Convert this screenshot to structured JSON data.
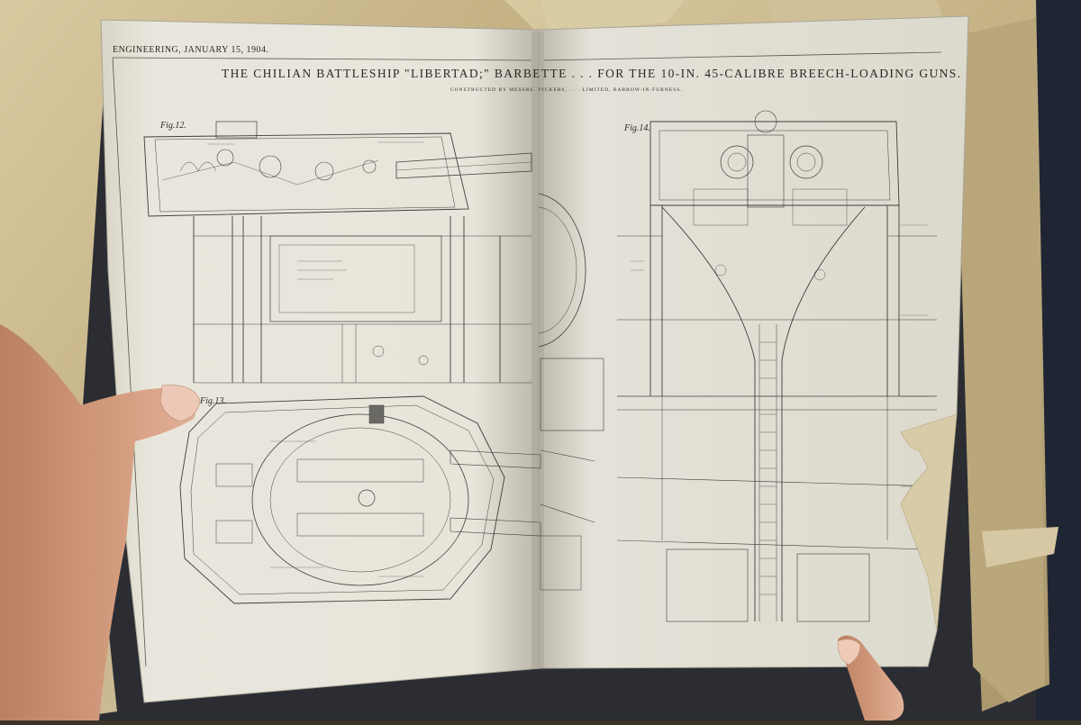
{
  "page": {
    "running_head": "ENGINEERING, JANUARY 15, 1904.",
    "title": "THE CHILIAN BATTLESHIP \"LIBERTAD;\" BARBETTE . . . FOR THE 10-IN. 45-CALIBRE BREECH-LOADING GUNS.",
    "subtitle": "CONSTRUCTED BY MESSRS. VICKERS, . . . LIMITED, BARROW-IN-FURNESS."
  },
  "figures": {
    "fig12": "Fig.12.",
    "fig13": "Fig.13.",
    "fig14": "Fig.14."
  },
  "colors": {
    "paper": "#e8e6dc",
    "ink": "#3a3a36",
    "aged_paper": "#c9b98f"
  }
}
